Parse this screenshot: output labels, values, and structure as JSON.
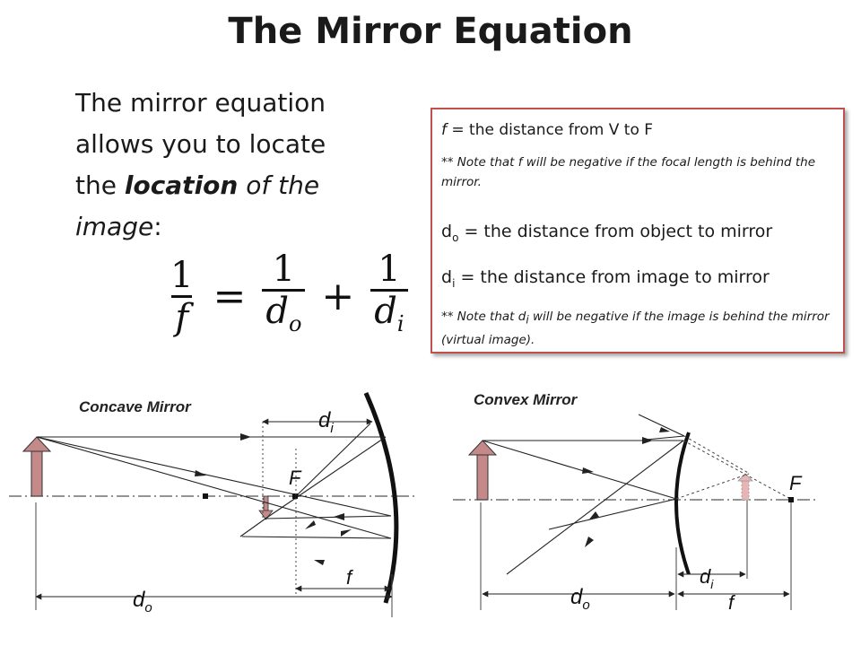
{
  "title": "The Mirror Equation",
  "intro": {
    "part1": "The mirror equation allows you to locate the ",
    "bold": "location",
    "part2": " of the image",
    "part3": ":"
  },
  "equation": {
    "one": "1",
    "lhs_den": "f",
    "equals": "=",
    "plus": "+",
    "d": "d",
    "sub_o": "o",
    "sub_i": "i"
  },
  "definitions": {
    "f_symbol": "f",
    "f_text": " = the distance from V to F",
    "f_note": "** Note that f will be negative if the focal length is behind the mirror.",
    "do_symbol": "d",
    "do_sub": "o",
    "do_text": " = the distance from object to mirror",
    "di_symbol": "d",
    "di_sub": "i",
    "di_text": " = the distance from image to mirror",
    "di_note_a": "** Note that d",
    "di_note_sub": "i",
    "di_note_b": " will be negative if the image is behind the mirror (virtual image)."
  },
  "concave": {
    "label": "Concave Mirror",
    "di_label": "d",
    "di_sub": "i",
    "F_label": "F",
    "f_label": "f",
    "do_label": "d",
    "do_sub": "o"
  },
  "convex": {
    "label": "Convex Mirror",
    "F_label": "F",
    "di_label": "d",
    "di_sub": "i",
    "do_label": "d",
    "do_sub": "o",
    "f_label": "f"
  },
  "colors": {
    "box_border": "#c0504d",
    "object_arrow": "#c48a8a",
    "line": "#222222"
  }
}
